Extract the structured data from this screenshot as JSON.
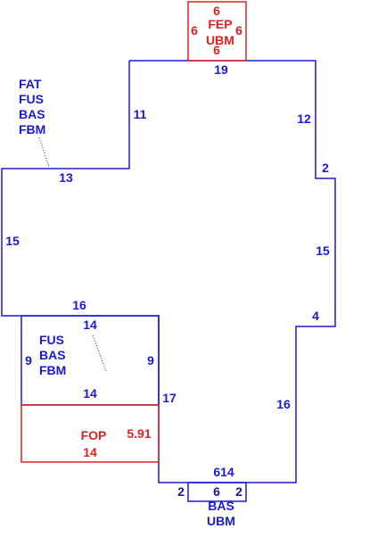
{
  "colors": {
    "main_outline": "#1a1ad6",
    "porch_outline": "#e0201e",
    "main_text": "#1a1ad6",
    "porch_text": "#e0201e",
    "sub_text": "#1a1a8c"
  },
  "top_porch": {
    "code_line1": "FEP",
    "code_line2": "UBM",
    "dim_top": "6",
    "dim_left": "6",
    "dim_right": "6",
    "dim_bottom": "6"
  },
  "main_area": {
    "codes": [
      "FAT",
      "FUS",
      "BAS",
      "FBM"
    ],
    "dims": {
      "top": "19",
      "upper_left_wall": "11",
      "upper_right_wall": "12",
      "right_step": "2",
      "left_ledge": "13",
      "left_wall": "15",
      "right_wall": "15",
      "lower_right_step": "4",
      "lower_right_wall": "16",
      "left_bottom": "16",
      "lower_inner_wall": "17",
      "bottom": "614"
    }
  },
  "inner_room": {
    "codes": [
      "FUS",
      "BAS",
      "FBM"
    ],
    "dim_top": "14",
    "dim_left": "9",
    "dim_right": "9",
    "dim_bottom": "14"
  },
  "open_porch": {
    "code": "FOP",
    "area": "5.91",
    "dim_bottom": "14"
  },
  "bottom_box": {
    "codes": [
      "BAS",
      "UBM"
    ],
    "dim_left": "2",
    "dim_middle": "6",
    "dim_right": "2"
  }
}
